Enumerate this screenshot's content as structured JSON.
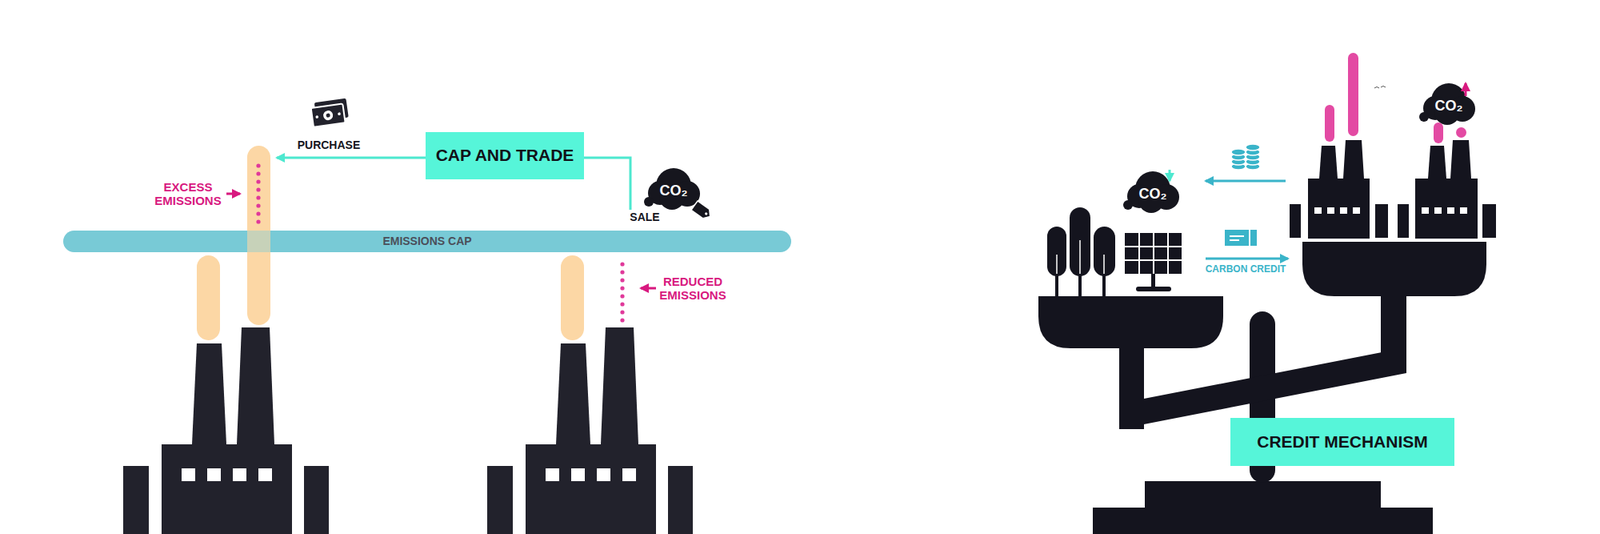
{
  "diagram": {
    "nodes": [
      {
        "text": [
          "CAP AND TRADE"
        ]
      },
      {
        "text": [
          "EMISSIONS CAP"
        ]
      },
      {
        "text": [
          "CREDIT MECHANISM"
        ]
      }
    ],
    "labels": [
      "PURCHASE",
      "SALE",
      "CO₂",
      "EXCESS EMISSIONS",
      "REDUCED EMISSIONS",
      "CO₂",
      "CO₂",
      "CARBON CREDIT"
    ]
  }
}
